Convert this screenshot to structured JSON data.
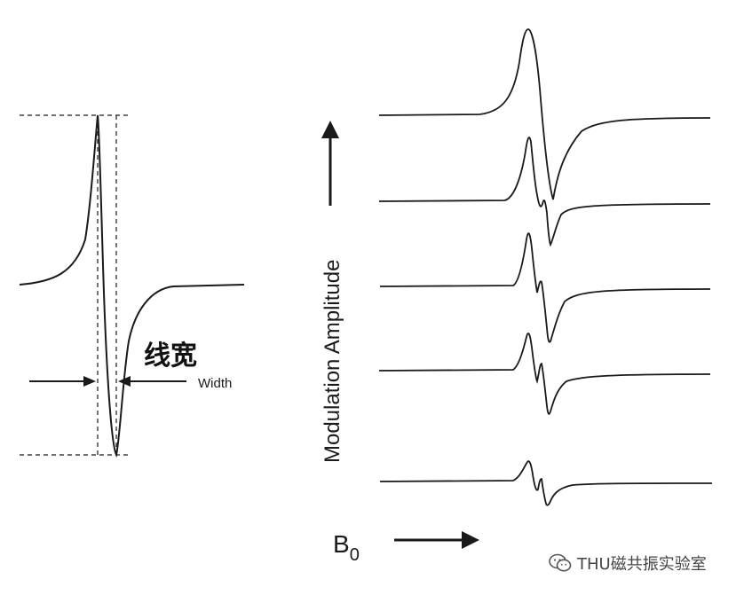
{
  "left_panel": {
    "label_cn": "线宽",
    "label_en": "Width"
  },
  "right_panel": {
    "y_axis_label": "Modulation Amplitude",
    "x_axis_label_main": "B",
    "x_axis_label_sub": "0",
    "trace_count": 5,
    "trace_order": "modulation amplitude increases from bottom to top"
  },
  "watermark": {
    "text": "THU磁共振实验室",
    "icon": "wechat-icon"
  },
  "colors": {
    "line": "#1a1a1a",
    "background": "#ffffff",
    "watermark": "#444444"
  }
}
